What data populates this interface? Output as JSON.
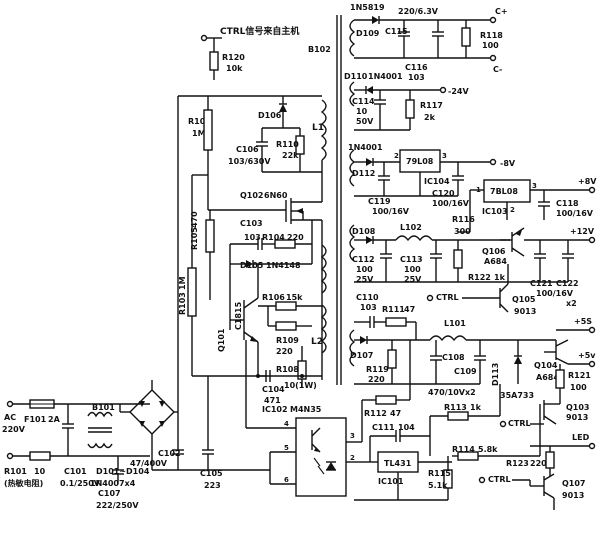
{
  "colors": {
    "ink": "#111111",
    "paper": "#ffffff"
  },
  "labels": {
    "ctrl_title": "CTRL信号来自主机",
    "r120": "R120",
    "r120_v": "10k",
    "d109": "1N5819",
    "d109_ref": "D109",
    "c115_v": "220/6.3V",
    "c115": "C115",
    "c116": "C116",
    "c116_v": "103",
    "r118": "R118",
    "r118_v": "100",
    "c_plus": "C+",
    "c_minus": "C-",
    "b102": "B102",
    "d110": "D110",
    "d110_v": "1N4001",
    "c114": "C114",
    "c114_v1": "10",
    "c114_v2": "50V",
    "r117": "R117",
    "r117_v": "2k",
    "out_m24": "-24V",
    "r102": "R102",
    "r102_v": "1M",
    "d106": "D106",
    "l1": "L1",
    "c106": "C106",
    "c106_v": "103/630V",
    "r110": "R110",
    "r110_v": "22k",
    "d111_v": "1N4001",
    "d112": "D112",
    "c119": "C119",
    "c119_v": "100/16V",
    "ic104": "IC104",
    "ic104_type": "79L08",
    "c120": "C120",
    "c120_v": "100/16V",
    "out_m8": "-8V",
    "ic103_type": "7BL08",
    "ic103": "IC103",
    "c118": "C118",
    "c118_v": "100/16V",
    "out_p8": "+8V",
    "q102": "Q102",
    "q102_type": "6N60",
    "c103": "C103",
    "c103_v": "103",
    "r104": "R104",
    "r104_v": "220",
    "r105": "R105",
    "r105_v": "470",
    "d105": "D105",
    "d105_v": "1N4148",
    "d108": "D108",
    "l102": "L102",
    "r116": "R116",
    "r116_v": "300",
    "q106": "Q106",
    "q106_type": "A684",
    "out_p12": "+12V",
    "c112": "C112",
    "c112_v1": "100",
    "c112_v2": "25V",
    "c113": "C113",
    "c113_v1": "100",
    "c113_v2": "25V",
    "r122": "R122",
    "r122_v": "1k",
    "c121": "C121",
    "c122": "C122",
    "c122_v": "100/16V",
    "c122_x": "x2",
    "ctrl": "CTRL",
    "q105": "Q105",
    "q105_type": "9013",
    "r103": "R103",
    "r103_v": "1M",
    "q101": "Q101",
    "q101_type": "C1815",
    "r106": "R106",
    "r106_v": "15k",
    "r109": "R109",
    "r109_v": "220",
    "r108": "R108",
    "l2": "L2",
    "c104": "C104",
    "c104_v": "471",
    "r10w": "10(1W)",
    "c110": "C110",
    "c110_v": "103",
    "r111": "R111",
    "r111_v": "47",
    "l101": "L101",
    "out_p5s": "+5S",
    "d107": "D107",
    "r119": "R119",
    "r119_v": "220",
    "c108": "C108",
    "c109": "C109",
    "c109_v": "470/10Vx2",
    "d113": "D113",
    "d113_v": "35A733",
    "q104": "Q104",
    "q104_type": "A684",
    "out_p5v": "+5v",
    "r121": "R121",
    "r121_v": "100",
    "q103": "Q103",
    "q103_type": "9013",
    "ic102": "IC102",
    "ic102_type": "M4N35",
    "r112": "R112",
    "r112_v": "47",
    "r113": "R113",
    "r113_v": "1k",
    "c111": "C111",
    "c111_v": "104",
    "tl431": "TL431",
    "ic101": "IC101",
    "r114": "R114",
    "r114_v": "5.8k",
    "r115": "R115",
    "r115_v": "5.1k",
    "r123": "R123",
    "r123_v": "220",
    "led": "LED",
    "q107": "Q107",
    "q107_type": "9013",
    "ac": "AC",
    "ac_v": "220V",
    "f101": "F101",
    "f101_v": "2A",
    "r101": "R101",
    "r101_v": "10",
    "r101_note": "(热敏电阻)",
    "b101": "B101",
    "c101": "C101",
    "c101_v": "0.1/250V",
    "d101": "D101~D104",
    "d101_v": "1N4007x4",
    "c107": "C107",
    "c107_v": "222/250V",
    "c102": "C102",
    "c102_v": "47/400V",
    "c105": "C105",
    "c105_v": "223",
    "pin4": "4",
    "pin5": "5",
    "pin6": "6",
    "pin3": "3",
    "pin2": "2",
    "pin1": "1",
    "pin2b": "2",
    "pin3b": "3"
  }
}
